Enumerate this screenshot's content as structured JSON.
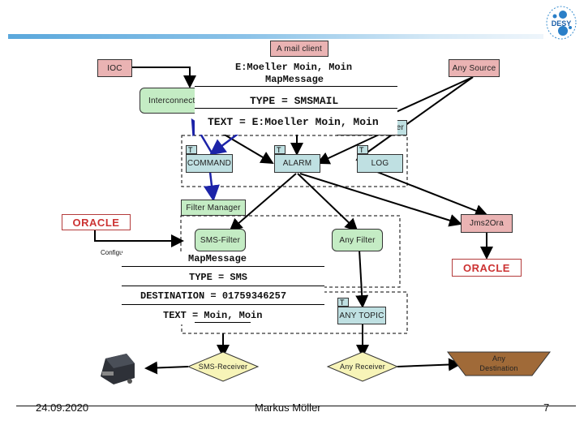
{
  "header": {
    "logo_text": "DESY",
    "logo_icon": "desy-logo-icon"
  },
  "nodes": {
    "mail_client": "A mail client",
    "ioc": "IOC",
    "any_source": "Any Source",
    "interconnection": "Interconnecti",
    "interconnection_server_partial": "er",
    "topic_tab": "T",
    "command": "COMMAND",
    "alarm": "ALARM",
    "log": "LOG",
    "filter_manager": "Filter Manager",
    "jms2ora": "Jms2Ora",
    "oracle_left": "ORACLE",
    "oracle_right": "ORACLE",
    "config_label": "Configu",
    "sms_filter": "SMS-Filter",
    "any_filter": "Any Filter",
    "any_topic": "ANY TOPIC",
    "sms_receiver": "SMS-Receiver",
    "any_receiver": "Any Receiver",
    "any_destination_line1": "Any",
    "any_destination_line2": "Destination",
    "sms_modem_icon": "sms-modem-icon"
  },
  "message_overlay_1": {
    "from": "E:Moeller Moin, Moin",
    "type_name": "MapMessage",
    "type_field": "TYPE = SMSMAIL",
    "text_field": "TEXT = E:Moeller Moin, Moin"
  },
  "message_overlay_2": {
    "type_name": "MapMessage",
    "type_field": "TYPE = SMS",
    "destination_field": "DESTINATION = 01759346257",
    "text_field": "TEXT = Moin, Moin"
  },
  "colors": {
    "source_pink": "#eab3b3",
    "filter_green": "#c4ecc4",
    "topic_blue": "#bfe0e2",
    "receiver_yellow": "#f7f4b8",
    "destination_brown": "#a06a38",
    "command_arrow_blue": "#1c23a8",
    "oracle_red": "#cc3333"
  },
  "footer": {
    "date": "24.09.2020",
    "author": "Markus Möller",
    "page": "7"
  }
}
